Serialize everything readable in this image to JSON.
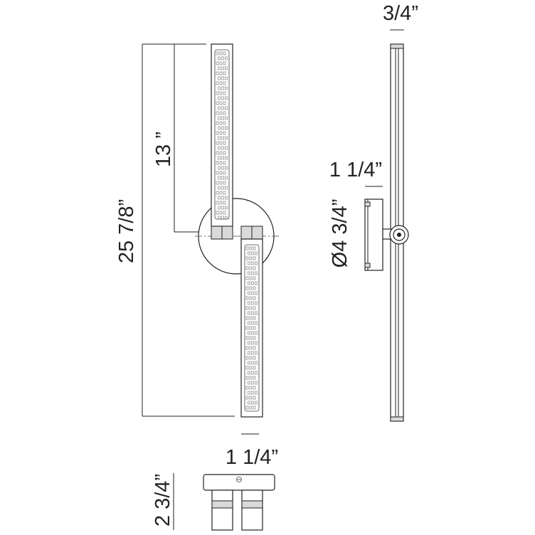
{
  "dimensions": {
    "top_depth": "3/4”",
    "overall_height": "25 7/8”",
    "bar_height": "13 ”",
    "plate_width": "1 1/4”",
    "plate_diameter": "Ø4 3/4”",
    "bar_width": "1 1/4”",
    "bottom_height": "2 3/4”"
  },
  "colors": {
    "line": "#222222",
    "fill": "#ffffff",
    "shade": "#d9d9d9"
  }
}
